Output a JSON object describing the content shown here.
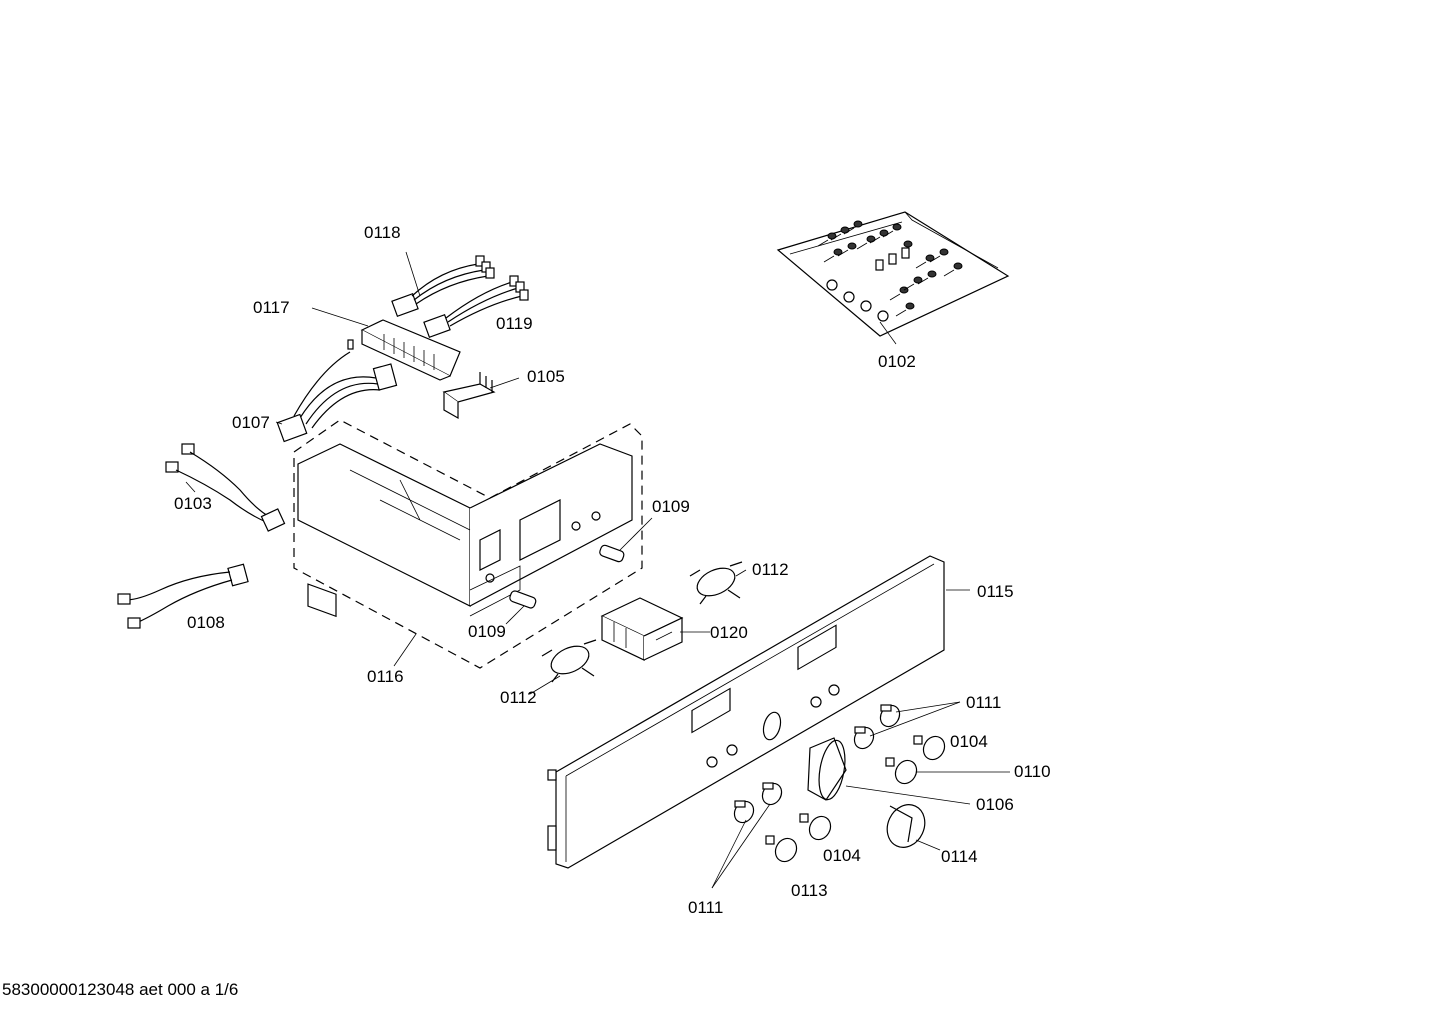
{
  "footer": {
    "document_code": "58300000123048 aet 000 a 1/6"
  },
  "callouts": {
    "p0102": "0102",
    "p0103": "0103",
    "p0104a": "0104",
    "p0104b": "0104",
    "p0105": "0105",
    "p0106": "0106",
    "p0107": "0107",
    "p0108": "0108",
    "p0109a": "0109",
    "p0109b": "0109",
    "p0110": "0110",
    "p0111a": "0111",
    "p0111b": "0111",
    "p0112a": "0112",
    "p0112b": "0112",
    "p0113": "0113",
    "p0114": "0114",
    "p0115": "0115",
    "p0116": "0116",
    "p0117": "0117",
    "p0118": "0118",
    "p0119": "0119",
    "p0120": "0120"
  }
}
